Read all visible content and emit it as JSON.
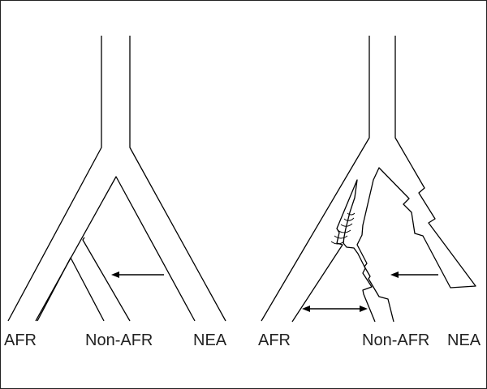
{
  "left_tree": {
    "labels": {
      "afr": "AFR",
      "non_afr": "Non-AFR",
      "nea": "NEA"
    }
  },
  "right_tree": {
    "labels": {
      "afr": "AFR",
      "non_afr": "Non-AFR",
      "nea": "NEA"
    }
  },
  "colors": {
    "line": "#000000",
    "text": "#222222",
    "background": "#ffffff"
  }
}
